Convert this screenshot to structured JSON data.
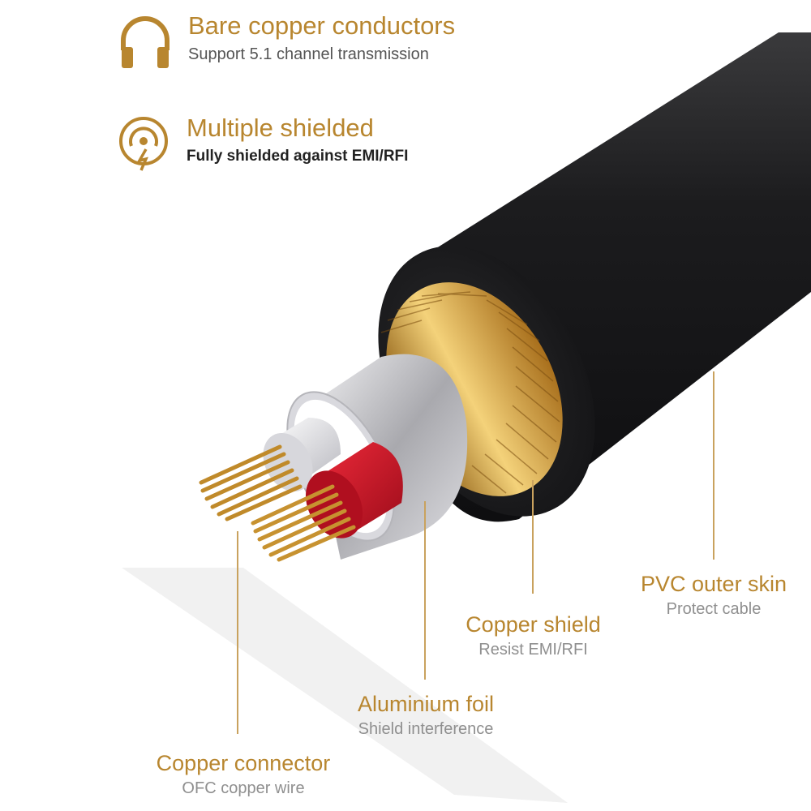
{
  "features": [
    {
      "icon": "headphones-icon",
      "title": "Bare copper conductors",
      "subtitle": "Support 5.1 channel transmission"
    },
    {
      "icon": "shield-signal-icon",
      "title": "Multiple shielded",
      "subtitle": "Fully shielded against EMI/RFI"
    }
  ],
  "layers": [
    {
      "title": "PVC outer skin",
      "subtitle": "Protect cable"
    },
    {
      "title": "Copper shield",
      "subtitle": "Resist EMI/RFI"
    },
    {
      "title": "Aluminium foil",
      "subtitle": "Shield interference"
    },
    {
      "title": "Copper connector",
      "subtitle": "OFC copper wire"
    }
  ],
  "colors": {
    "gold": "#b8862f",
    "jacket": "#1d1d1f",
    "red_insulation": "#d01428",
    "white_insulation": "#e6e6ea",
    "foil": "#c8c8cc"
  }
}
